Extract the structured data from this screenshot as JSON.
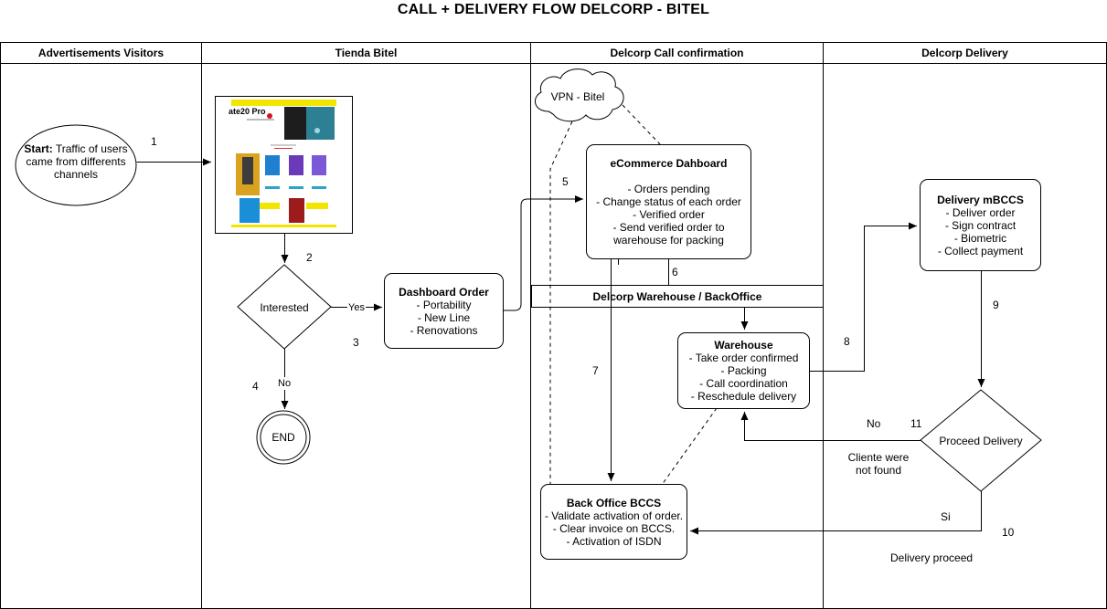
{
  "title": "CALL + DELIVERY FLOW  DELCORP - BITEL",
  "lanes": [
    "Advertisements Visitors",
    "Tienda Bitel",
    "Delcorp Call confirmation",
    "Delcorp Delivery"
  ],
  "warehouse_band": "Delcorp Warehouse / BackOffice",
  "start": {
    "bold": "Start:",
    "text": "Traffic of users came from differents channels"
  },
  "end_label": "END",
  "interested_label": "Interested",
  "proceed_label": "Proceed Delivery",
  "vpn_label": "VPN - Bitel",
  "dashboard_order": {
    "title": "Dashboard Order",
    "items": [
      "- Portability",
      "- New Line",
      "- Renovations"
    ]
  },
  "ecommerce": {
    "title": "eCommerce Dahboard",
    "items": [
      "- Orders pending",
      "- Change status of each order",
      "- Verified order",
      "- Send verified order to",
      "warehouse for packing"
    ]
  },
  "warehouse": {
    "title": "Warehouse",
    "items": [
      "- Take order confirmed",
      "- Packing",
      "- Call coordination",
      "- Reschedule delivery"
    ]
  },
  "back_office": {
    "title": "Back Office BCCS",
    "items": [
      "- Validate activation of order.",
      "- Clear invoice on BCCS.",
      "- Activation of ISDN"
    ]
  },
  "delivery": {
    "title": "Delivery mBCCS",
    "items": [
      "- Deliver order",
      "- Sign contract",
      "- Biometric",
      "- Collect payment"
    ]
  },
  "step_numbers": [
    "1",
    "2",
    "3",
    "4",
    "5",
    "6",
    "7",
    "8",
    "9",
    "10",
    "11"
  ],
  "edge_labels": {
    "yes": "Yes",
    "no_end": "No",
    "no_proceed": "No",
    "si": "Si",
    "not_found": "Cliente were\nnot found",
    "delivery_proceed": "Delivery proceed"
  },
  "screenshot": {
    "product_title": "ate20 Pro"
  }
}
